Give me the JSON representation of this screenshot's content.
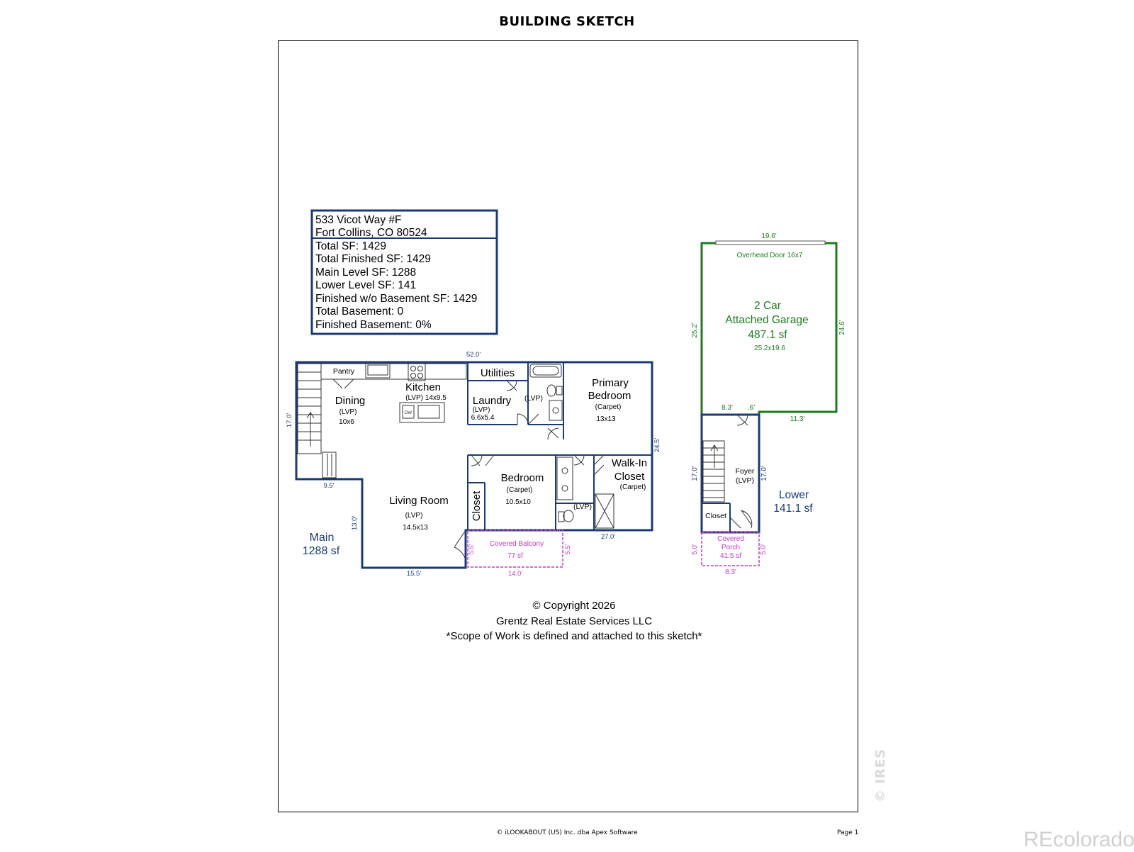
{
  "title": "BUILDING SKETCH",
  "info_box": {
    "address_line1": "533 Vicot Way #F",
    "address_line2": "Fort Collins, CO 80524",
    "total_sf": "Total SF: 1429",
    "total_finished_sf": "Total Finished SF: 1429",
    "main_level_sf": "Main Level SF: 1288",
    "lower_level_sf": "Lower Level SF: 141",
    "finished_wo_basement_sf": "Finished w/o Basement SF: 1429",
    "total_basement": "Total Basement: 0",
    "finished_basement": "Finished Basement: 0%"
  },
  "main_level": {
    "name": "Main",
    "area": "1288 sf",
    "dims": {
      "top": "52.0'",
      "left": "17.0'",
      "right": "24.5'",
      "step": "9.5'",
      "inner": "13.0'",
      "bottom": "15.5'",
      "br_bottom": "27.0'"
    },
    "rooms": {
      "pantry": "Pantry",
      "dining": "Dining",
      "dining_floor": "(LVP)",
      "dining_size": "10x6",
      "kitchen": "Kitchen",
      "kitchen_detail": "(LVP) 14x9.5",
      "dw": "DW",
      "utilities": "Utilities",
      "laundry": "Laundry",
      "laundry_floor": "(LVP)",
      "laundry_size": "6.6x5.4",
      "bath1_floor": "(LVP)",
      "primary": "Primary",
      "primary2": "Bedroom",
      "primary_floor": "(Carpet)",
      "primary_size": "13x13",
      "bedroom": "Bedroom",
      "bedroom_floor": "(Carpet)",
      "bedroom_size": "10.5x10",
      "closet": "Closet",
      "walkin": "Walk-In",
      "walkin2": "Closet",
      "walkin_floor": "(Carpet)",
      "bath2_floor": "(LVP)",
      "living": "Living Room",
      "living_floor": "(LVP)",
      "living_size": "14.5x13"
    },
    "balcony": {
      "name": "Covered Balcony",
      "area": "77 sf",
      "dim_w": "14.0'",
      "dim_l": "5.5'",
      "dim_r": "5.5'"
    }
  },
  "garage": {
    "line1": "2 Car",
    "line2": "Attached Garage",
    "area": "487.1 sf",
    "size": "25.2x19.6",
    "door": "Overhead Door 16x7",
    "dims": {
      "top": "19.6'",
      "left": "25.2'",
      "right": "24.6'",
      "step_left": "8.3'",
      "step_small": ".6'",
      "step_right": "11.3'"
    }
  },
  "lower_level": {
    "name": "Lower",
    "area": "141.1 sf",
    "foyer": "Foyer",
    "foyer_floor": "(LVP)",
    "closet": "Closet",
    "dims": {
      "left": "17.0'",
      "right": "17.0'"
    },
    "porch": {
      "line1": "Covered",
      "line2": "Porch",
      "area": "41.5 sf",
      "dim_l": "5.0'",
      "dim_r": "5.0'",
      "dim_w": "8.3'"
    }
  },
  "copyright": {
    "line1": "© Copyright 2026",
    "line2": "Grentz Real Estate Services LLC",
    "line3": "*Scope of Work is defined and attached to this sketch*"
  },
  "footer": "© iLOOKABOUT (US) Inc. dba Apex Software",
  "page_label": "Page 1",
  "watermark_ires": "© IRES",
  "watermark_reco": "REcolorado",
  "colors": {
    "wall": "#1a3a73",
    "garage": "#1f7a1f",
    "porch": "#c23bc2",
    "text_blue": "#1a3a73",
    "text_green": "#1f7a1f"
  }
}
